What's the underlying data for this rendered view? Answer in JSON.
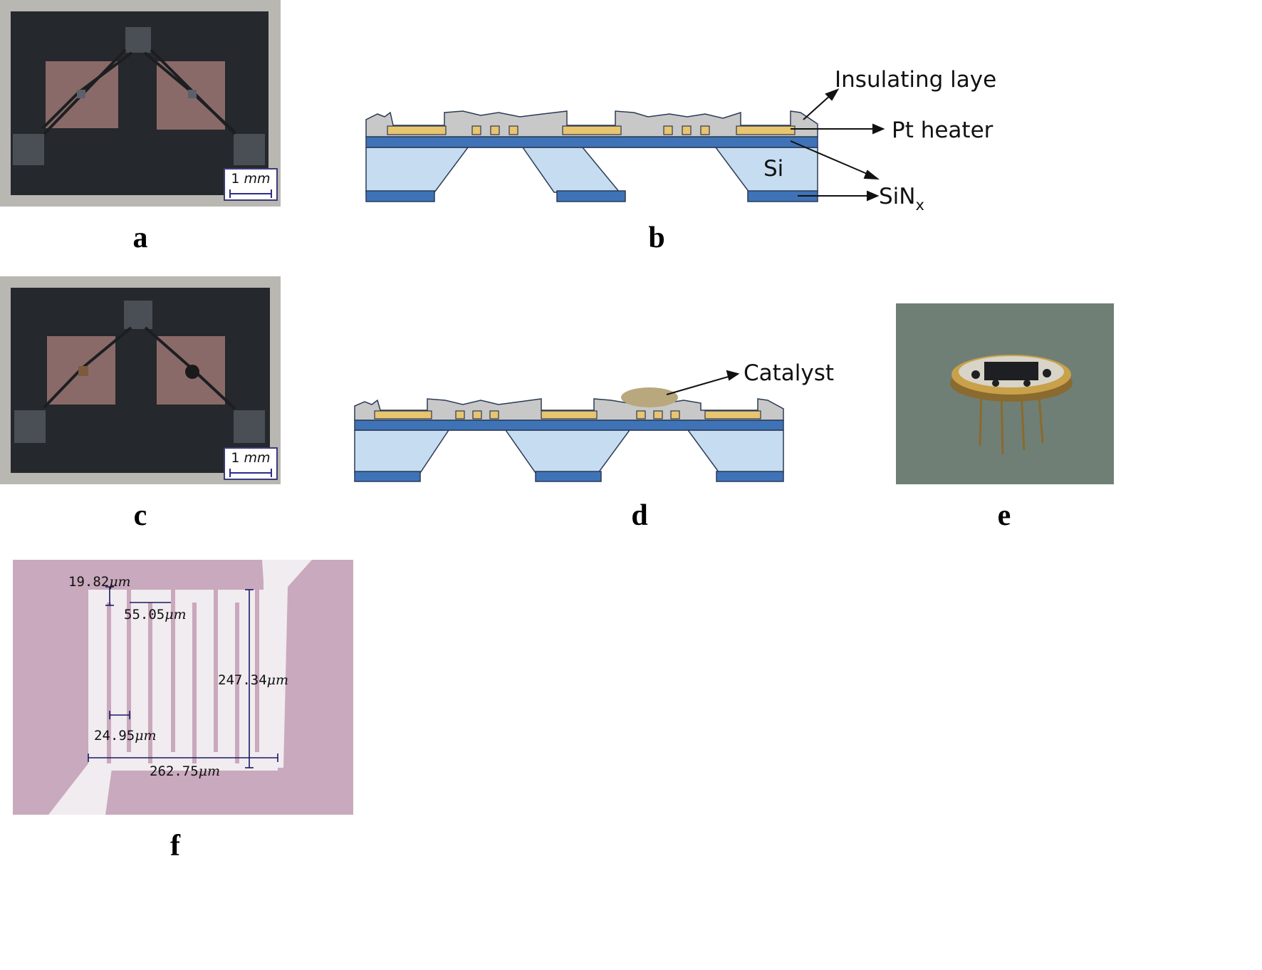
{
  "panel_labels": {
    "a": "a",
    "b": "b",
    "c": "c",
    "d": "d",
    "e": "e",
    "f": "f"
  },
  "scale_bar": {
    "value": "1",
    "unit": "mm"
  },
  "diagram_b": {
    "insulating_layer": "Insulating layer",
    "pt_heater": "Pt heater",
    "si": "Si",
    "sinx_base": "SiN",
    "sinx_sub": "x"
  },
  "diagram_d": {
    "catalyst": "Catalyst"
  },
  "measurements": {
    "unit": "μm",
    "top_gap": "19.82",
    "finger_width": "55.05",
    "height": "247.34",
    "spacing": "24.95",
    "total_width": "262.75"
  },
  "colors": {
    "insulating_gray": "#c8c8c8",
    "sinx_blue": "#3f73b7",
    "si_light_blue": "#c6dcf0",
    "pt_gold": "#e8c56f",
    "catalyst": "#b9a77e",
    "chip_dark": "#25282c",
    "membrane": "#8a6a68",
    "micro_bg": "#c9a9bd",
    "heater_trace": "#f1ecef"
  }
}
